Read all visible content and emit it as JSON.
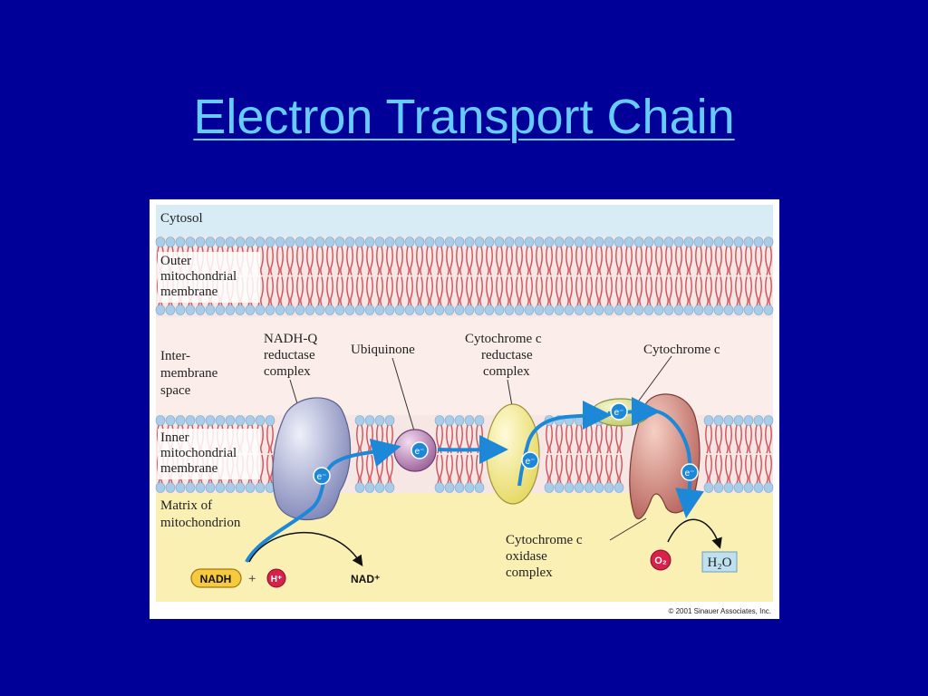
{
  "slide": {
    "title": "Electron Transport Chain"
  },
  "figure": {
    "regions": {
      "cytosol": "Cytosol",
      "outer_membrane": [
        "Outer",
        "mitochondrial",
        "membrane"
      ],
      "intermembrane": [
        "Inter-",
        "membrane",
        "space"
      ],
      "inner_membrane": [
        "Inner",
        "mitochondrial",
        "membrane"
      ],
      "matrix": [
        "Matrix of",
        "mitochondrion"
      ]
    },
    "complexes": {
      "nadh_q": [
        "NADH-Q",
        "reductase",
        "complex"
      ],
      "ubiquinone": "Ubiquinone",
      "cyt_c_reductase": [
        "Cytochrome c",
        "reductase",
        "complex"
      ],
      "cyt_c": "Cytochrome c",
      "cyt_c_oxidase": [
        "Cytochrome c",
        "oxidase",
        "complex"
      ]
    },
    "chemicals": {
      "nadh": "NADH",
      "plus": "+",
      "h_plus": "H⁺",
      "nad_plus": "NAD⁺",
      "o2": "O₂",
      "h2o": "H₂O",
      "electron": "e⁻"
    },
    "copyright": "© 2001 Sinauer Associates, Inc."
  },
  "colors": {
    "background": "#000099",
    "title": "#66ccff",
    "electron_path": "#1e88d8",
    "lipid_head": "#a9cde8",
    "lipid_tail": "#d0505a",
    "cytosol": "#d8ecf6",
    "intermembrane": "#fbeeea",
    "matrix": "#faf0b4"
  }
}
